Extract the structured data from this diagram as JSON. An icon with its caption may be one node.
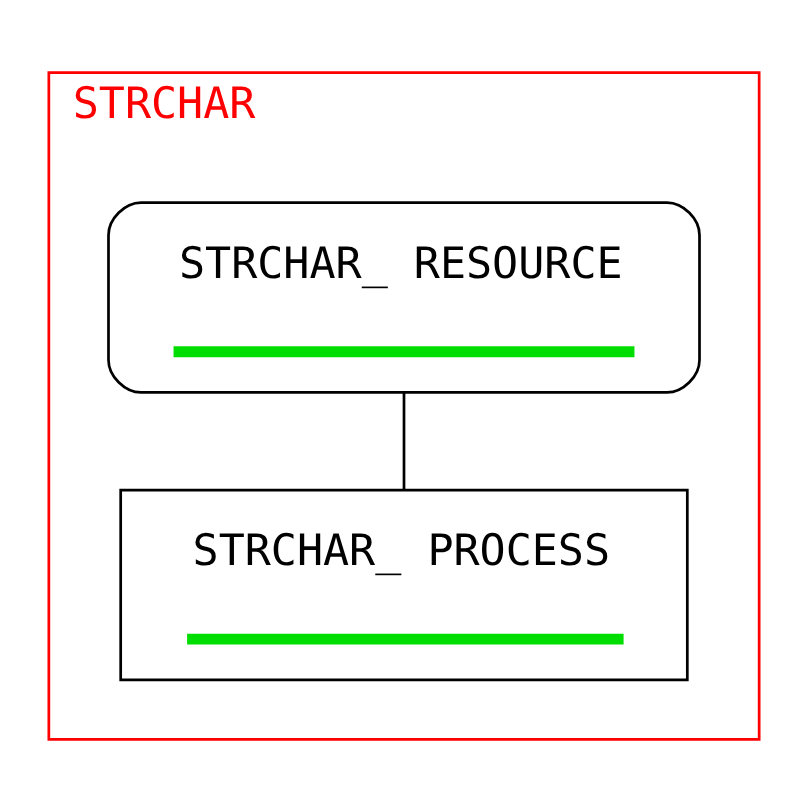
{
  "diagram": {
    "nodes": [
      {
        "text": [
          "STRCHAR"
        ]
      },
      {
        "text": [
          "STRCHAR_ RESOURCE"
        ],
        "in": 0
      },
      {
        "text": [
          "STRCHAR_ PROCESS"
        ],
        "in": 0
      }
    ],
    "edges": [
      {
        "from": 1,
        "to": 2,
        "arrow": "none"
      }
    ]
  }
}
